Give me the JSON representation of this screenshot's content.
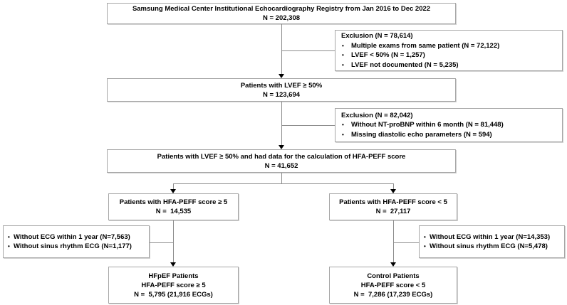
{
  "bullet": "•",
  "colors": {
    "background": "#ffffff",
    "box_border": "#a6a6a6",
    "connector": "#8c8c8c",
    "text": "#000000",
    "arrowhead": "#000000"
  },
  "nodes": {
    "registry": {
      "line1": "Samsung Medical Center Institutional Echocardiography Registry from Jan 2016 to Dec 2022",
      "line2": "N = 202,308"
    },
    "exclusion_top": {
      "title": "Exclusion (N = 78,614)",
      "items": [
        "Multiple exams from same patient (N = 72,122)",
        "LVEF < 50% (N = 1,257)",
        "LVEF not documented (N = 5,235)"
      ]
    },
    "lvef": {
      "line1": "Patients with LVEF ≥ 50%",
      "line2": "N = 123,694"
    },
    "exclusion_mid": {
      "title": "Exclusion (N = 82,042)",
      "items": [
        "Without NT-proBNP within 6 month (N = 81,448)",
        "Missing diastolic echo parameters (N = 594)"
      ]
    },
    "hfapeff": {
      "line1": "Patients with LVEF ≥ 50% and had data for the calculation of HFA-PEFF score",
      "line2": "N = 41,652"
    },
    "score_ge5": {
      "line1": "Patients with HFA-PEFF score ≥ 5",
      "line2": "N =  14,535"
    },
    "score_lt5": {
      "line1": "Patients with HFA-PEFF score < 5",
      "line2": "N =  27,117"
    },
    "exclusion_left": {
      "items": [
        "Without ECG within 1 year (N=7,563)",
        "Without sinus rhythm ECG (N=1,177)"
      ]
    },
    "exclusion_right": {
      "items": [
        "Without ECG within 1 year (N=14,353)",
        "Without sinus rhythm ECG (N=5,478)"
      ]
    },
    "hfpef": {
      "line1": "HFpEF Patients",
      "line2": "HFA-PEFF score ≥ 5",
      "line3": "N =  5,795 (21,916 ECGs)"
    },
    "control": {
      "line1": "Control Patients",
      "line2": "HFA-PEFF score < 5",
      "line3": "N =  7,286 (17,239 ECGs)"
    }
  }
}
